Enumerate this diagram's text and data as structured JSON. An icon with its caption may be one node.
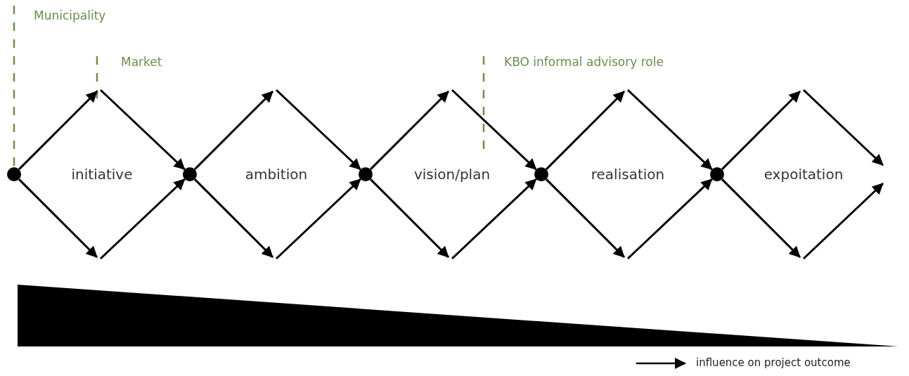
{
  "diagram": {
    "nodes": [
      {
        "text": [],
        "shape": "circle"
      },
      {
        "text": [],
        "shape": "circle"
      },
      {
        "text": [],
        "shape": "circle"
      },
      {
        "text": [],
        "shape": "circle"
      },
      {
        "text": [],
        "shape": "circle"
      },
      {
        "text": [],
        "shape": "triangle"
      }
    ],
    "edges": [
      {
        "from": 0,
        "to": null,
        "arrow": "to"
      },
      {
        "from": 0,
        "to": null,
        "arrow": "to"
      },
      {
        "from": null,
        "to": 1,
        "arrow": "to"
      },
      {
        "from": null,
        "to": 1,
        "arrow": "to"
      },
      {
        "from": 1,
        "to": null,
        "arrow": "to"
      },
      {
        "from": 1,
        "to": null,
        "arrow": "to"
      },
      {
        "from": null,
        "to": 2,
        "arrow": "to"
      },
      {
        "from": null,
        "to": 2,
        "arrow": "to"
      },
      {
        "from": 2,
        "to": null,
        "arrow": "to"
      },
      {
        "from": 2,
        "to": null,
        "arrow": "to"
      },
      {
        "from": null,
        "to": 3,
        "arrow": "to"
      },
      {
        "from": null,
        "to": 3,
        "arrow": "to"
      },
      {
        "from": 3,
        "to": null,
        "arrow": "to"
      },
      {
        "from": 3,
        "to": null,
        "arrow": "to"
      },
      {
        "from": null,
        "to": 4,
        "arrow": "to"
      },
      {
        "from": null,
        "to": 4,
        "arrow": "to"
      },
      {
        "from": 4,
        "to": null,
        "arrow": "to"
      },
      {
        "from": 4,
        "to": null,
        "arrow": "to"
      }
    ],
    "labels": [
      "Municipality",
      "Market",
      "KBO informal advisory role",
      "initiative",
      "ambition",
      "vision/plan",
      "realisation",
      "expoitation"
    ],
    "legend": [
      {
        "text": "influence on project outcome"
      }
    ]
  }
}
